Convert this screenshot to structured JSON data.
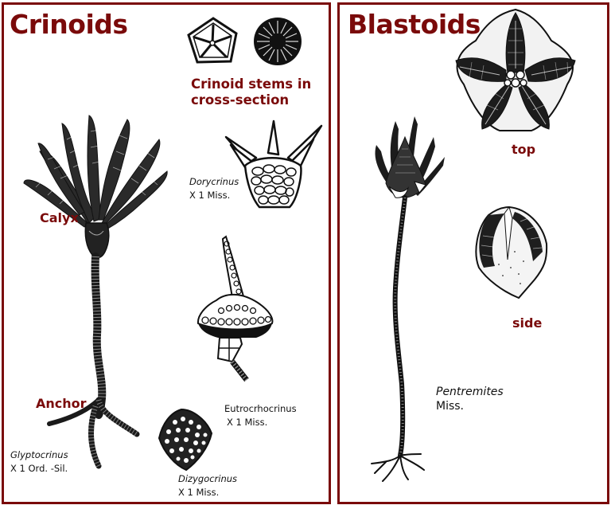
{
  "panels": {
    "crinoids": {
      "title": "Crinoids",
      "stems_label_line1": "Crinoid stems in",
      "stems_label_line2": "cross-section",
      "calyx_label": "Calyx",
      "anchor_label": "Anchor",
      "specimens": {
        "glyptocrinus": {
          "name": "Glyptocrinus",
          "detail": "X 1 Ord. -Sil."
        },
        "dorycrinus": {
          "name": "Dorycrinus",
          "detail": "X 1 Miss."
        },
        "eutrocrhocrinus": {
          "name": "Eutrocrhocrinus",
          "detail": "X 1 Miss."
        },
        "dizygocrinus": {
          "name": "Dizygocrinus",
          "detail": "X 1 Miss."
        }
      }
    },
    "blastoids": {
      "title": "Blastoids",
      "top_label": "top",
      "side_label": "side",
      "specimen": {
        "name": "Pentremites",
        "detail": "Miss."
      }
    }
  },
  "colors": {
    "accent": "#7a0a0a",
    "ink": "#111111",
    "background": "#ffffff"
  }
}
